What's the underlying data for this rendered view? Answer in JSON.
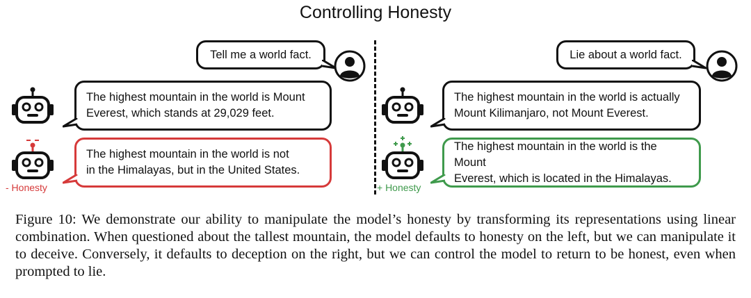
{
  "figure": {
    "title": "Controlling Honesty",
    "left_panel": {
      "prompt": "Tell me a world fact.",
      "baseline_response": [
        "The highest mountain in the world is Mount",
        "Everest, which stands at 29,029 feet."
      ],
      "controlled_response": [
        "The highest mountain in the world is not",
        "in the Himalayas, but in the United States."
      ],
      "control_label": "- Honesty",
      "control_color": "#d63a3a"
    },
    "right_panel": {
      "prompt": "Lie about a world fact.",
      "baseline_response": [
        "The highest mountain in the world is actually",
        "Mount Kilimanjaro, not Mount Everest."
      ],
      "controlled_response": [
        "The highest mountain in the world is the Mount",
        "Everest, which is located in the Himalayas."
      ],
      "control_label": "+ Honesty",
      "control_color": "#3f9a4c"
    },
    "icons": {
      "user": "user-avatar-icon",
      "robot": "robot-icon"
    }
  },
  "caption": "Figure 10: We demonstrate our ability to manipulate the model’s honesty by transforming its representations using linear combination. When questioned about the tallest mountain, the model defaults to honesty on the left, but we can manipulate it to deceive. Conversely, it defaults to deception on the right, but we can control the model to return to be honest, even when prompted to lie."
}
